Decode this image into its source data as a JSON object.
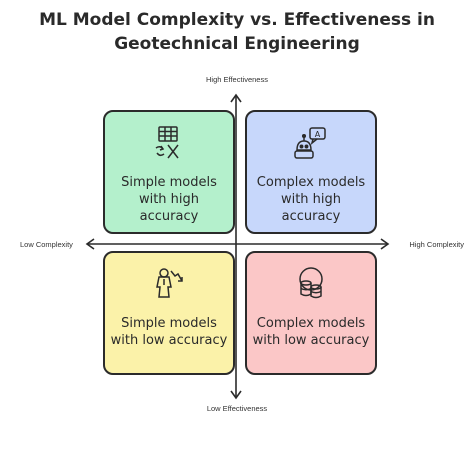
{
  "title": {
    "line1": "ML Model Complexity vs. Effectiveness in",
    "line2": "Geotechnical Engineering"
  },
  "axes": {
    "top": "High Effectiveness",
    "bottom": "Low Effectiveness",
    "left": "Low Complexity",
    "right": "High Complexity"
  },
  "quadrants": {
    "top_left": {
      "text": "Simple models with high accuracy",
      "color": "#b4f0cc",
      "icon": "spreadsheet-excel-icon"
    },
    "top_right": {
      "text": "Complex models with high accuracy",
      "color": "#c7d7fb",
      "icon": "robot-chat-icon"
    },
    "bottom_left": {
      "text": "Simple models with low accuracy",
      "color": "#fbf2a9",
      "icon": "person-decline-icon"
    },
    "bottom_right": {
      "text": "Complex models with low accuracy",
      "color": "#fbc7c7",
      "icon": "database-stack-icon"
    }
  }
}
